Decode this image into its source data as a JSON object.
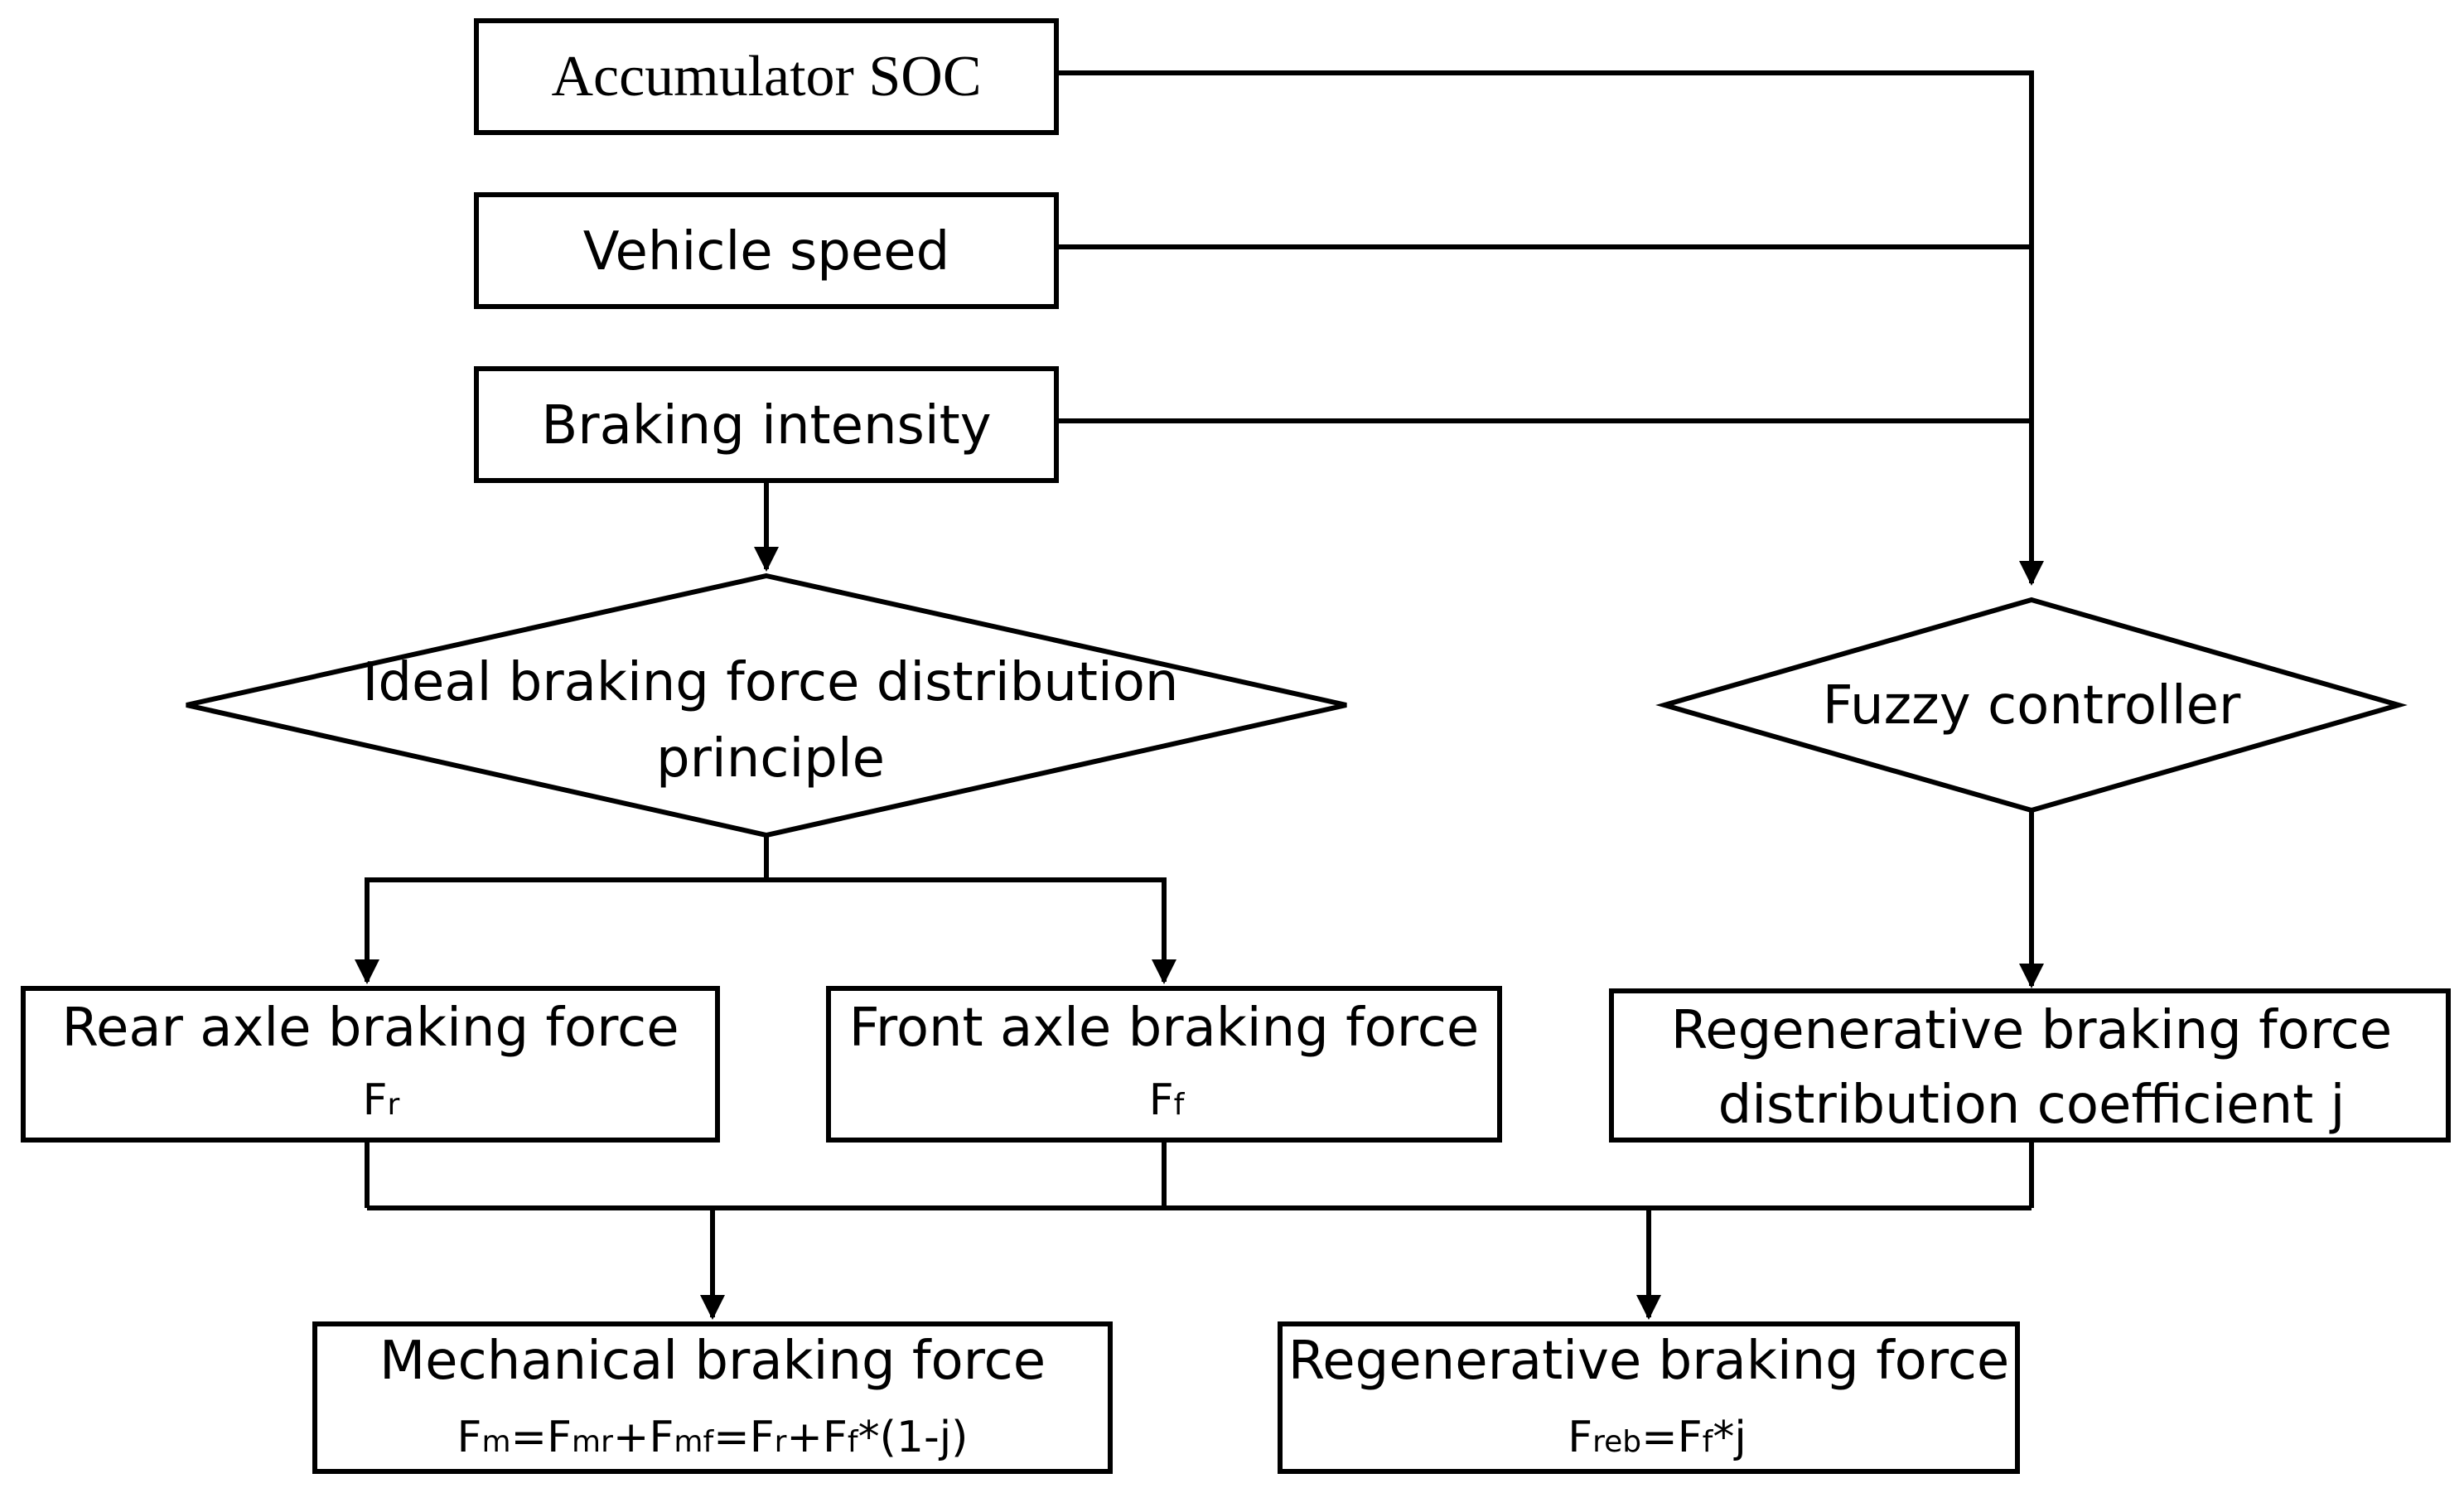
{
  "nodes": {
    "accumulator_soc": "Accumulator SOC",
    "vehicle_speed": "Vehicle speed",
    "braking_intensity": "Braking intensity",
    "ideal_distribution": {
      "line1": "Ideal braking force distribution",
      "line2": "principle"
    },
    "fuzzy_controller": "Fuzzy controller",
    "rear_axle": {
      "title": "Rear axle braking force",
      "symbol": "F",
      "symbol_sub": "r"
    },
    "front_axle": {
      "title": "Front axle braking force",
      "symbol": "F",
      "symbol_sub": "f"
    },
    "regen_coefficient": {
      "line1": "Regenerative braking force",
      "line2": "distribution coefficient  j"
    },
    "mechanical": {
      "title": "Mechanical braking force",
      "formula": {
        "F1": "F",
        "m": "m",
        "eq1": "=F",
        "mr": "mr",
        "plus1": "+F",
        "mf": "mf",
        "eq2": "=F",
        "r": "r",
        "plus2": "+F",
        "f": "f",
        "tail": "*(1-j)"
      }
    },
    "regenerative": {
      "title": "Regenerative braking force",
      "formula": {
        "F": "F",
        "reb": "reb",
        "eq": "=F",
        "f": "f",
        "tail": "*j"
      }
    }
  },
  "colors": {
    "stroke": "#000000",
    "fill": "#ffffff"
  }
}
